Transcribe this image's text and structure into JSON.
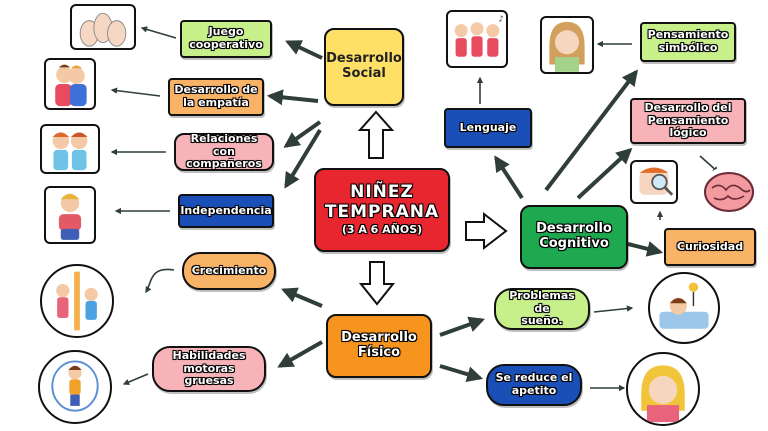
{
  "center": {
    "title": "NIÑEZ\nTEMPRANA",
    "subtitle": "(3 A 6 AÑOS)"
  },
  "branches": {
    "social": "Desarrollo\nSocial",
    "cognitivo": "Desarrollo\nCognitivo",
    "fisico": "Desarrollo\nFísico"
  },
  "social_items": {
    "juego": "Juego\ncooperativo",
    "empatia": "Desarrollo de\nla empatía",
    "relaciones": "Relaciones con\ncompañeros",
    "independencia": "Independencia"
  },
  "cognitive_items": {
    "lenguaje": "Lenguaje",
    "simbolico": "Pensamiento\nsimbólico",
    "logico": "Desarrollo del\nPensamiento lógico",
    "curiosidad": "Curiosidad"
  },
  "physical_items": {
    "crecimiento": "Crecimiento",
    "habilidades": "Habilidades\nmotoras gruesas",
    "sueno": "Problemas de\nsueño.",
    "apetito": "Se reduce el\napetito"
  },
  "colors": {
    "center": "#e8262f",
    "social": "#ffe066",
    "cognitive": "#1ea84f",
    "physical": "#f7941d",
    "pink": "#f7b3b8",
    "green_light": "#c7f08a",
    "blue": "#1b4fb8",
    "orange_light": "#f9b366"
  }
}
